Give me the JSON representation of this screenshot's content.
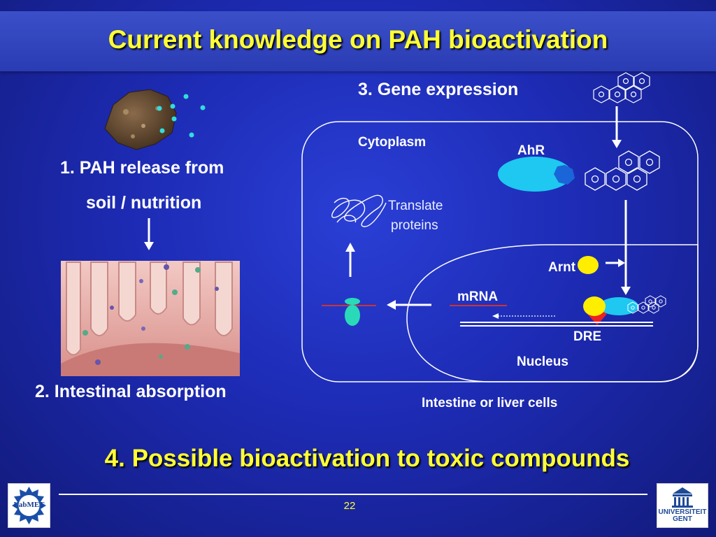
{
  "title": "Current knowledge on PAH bioactivation",
  "steps": {
    "step1_line1": "1. PAH release from",
    "step1_line2": "soil / nutrition",
    "step2": "2. Intestinal absorption",
    "step3": "3. Gene expression",
    "step4": "4. Possible bioactivation to toxic compounds"
  },
  "diagram": {
    "cytoplasm": "Cytoplasm",
    "ahr": "AhR",
    "translate_line1": "Translate",
    "translate_line2": "proteins",
    "arnt": "Arnt",
    "mrna": "mRNA",
    "dre": "DRE",
    "nucleus": "Nucleus",
    "cell_caption": "Intestine or liver cells"
  },
  "footer": {
    "page_number": "22",
    "labmet_logo": "LabMET",
    "ugent_line1": "UNIVERSITEIT",
    "ugent_line2": "GENT"
  },
  "colors": {
    "title": "#ffff33",
    "text": "#ffffff",
    "receptor": "#1ec8f0",
    "arnt": "#ffee00",
    "dre": "#ee2222",
    "ligand": "#1a66d8",
    "protein": "#2ad9b8",
    "dots": "#33dcdc"
  }
}
